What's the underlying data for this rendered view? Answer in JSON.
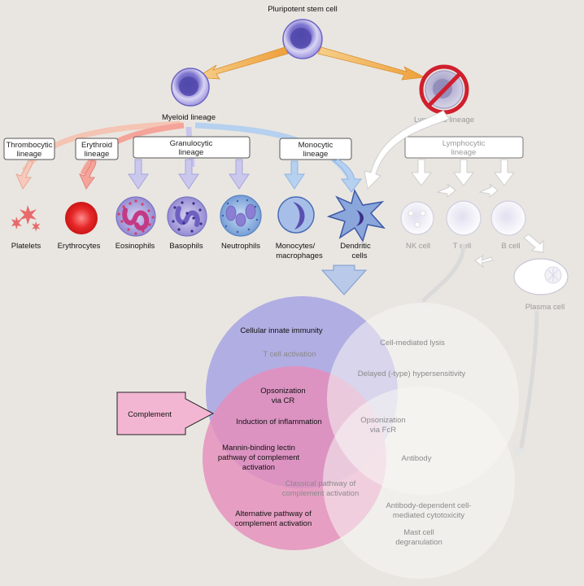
{
  "colors": {
    "background": "#e9e6e1",
    "myeloid_cell": "#8f86d6",
    "stem_cell": "#9d94e0",
    "lymphoid_fade": "#c7c3d6",
    "prohibit_red": "#d01f2e",
    "orange_arrow": "#f0b35a",
    "blue_venn": "#a7a3e3",
    "pink_venn": "#e58dbb",
    "white_venn": "#f7f6f4",
    "erythrocyte": "#e62727",
    "platelet": "#e86a6a"
  },
  "title": {
    "stem": "Pluripotent stem cell",
    "myeloid": "Myeloid lineage",
    "lymphoid": "Lymphoid lineage"
  },
  "lineages": {
    "thrombocytic": [
      "Thrombocytic",
      "lineage"
    ],
    "erythroid": [
      "Erythroid",
      "lineage"
    ],
    "granulocytic": [
      "Granulocytic",
      "lineage"
    ],
    "monocytic": [
      "Monocytic",
      "lineage"
    ],
    "lymphocytic": [
      "Lymphocytic",
      "lineage"
    ]
  },
  "cells": {
    "platelets": "Platelets",
    "erythrocytes": "Erythrocytes",
    "eosinophils": "Eosinophils",
    "basophils": "Basophils",
    "neutrophils": "Neutrophils",
    "monocytes": [
      "Monocytes/",
      "macrophages"
    ],
    "dendritic": [
      "Dendritic",
      "cells"
    ],
    "nk": "NK cell",
    "t": "T cell",
    "b": "B cell",
    "plasma": "Plasma cell"
  },
  "complement": "Complement",
  "venn": {
    "cellular_innate": "Cellular innate immunity",
    "t_activation": "T cell activation",
    "cell_lysis": "Cell-mediated lysis",
    "delayed": "Delayed (-type) hypersensitivity",
    "opson_cr": [
      "Opsonization",
      "via CR"
    ],
    "inflammation": "Induction of inflammation",
    "opson_fcr": [
      "Opsonization",
      "via FcR"
    ],
    "mannin": [
      "Mannin-binding lectin",
      "pathway of complement",
      "activation"
    ],
    "antibody": "Antibody",
    "classical": [
      "Classical pathway of",
      "complement activation"
    ],
    "alternative": [
      "Alternative pathway of",
      "complement activation"
    ],
    "adcc": [
      "Antibody-dependent cell-",
      "mediated cytotoxicity"
    ],
    "mast": [
      "Mast cell",
      "degranulation"
    ]
  }
}
